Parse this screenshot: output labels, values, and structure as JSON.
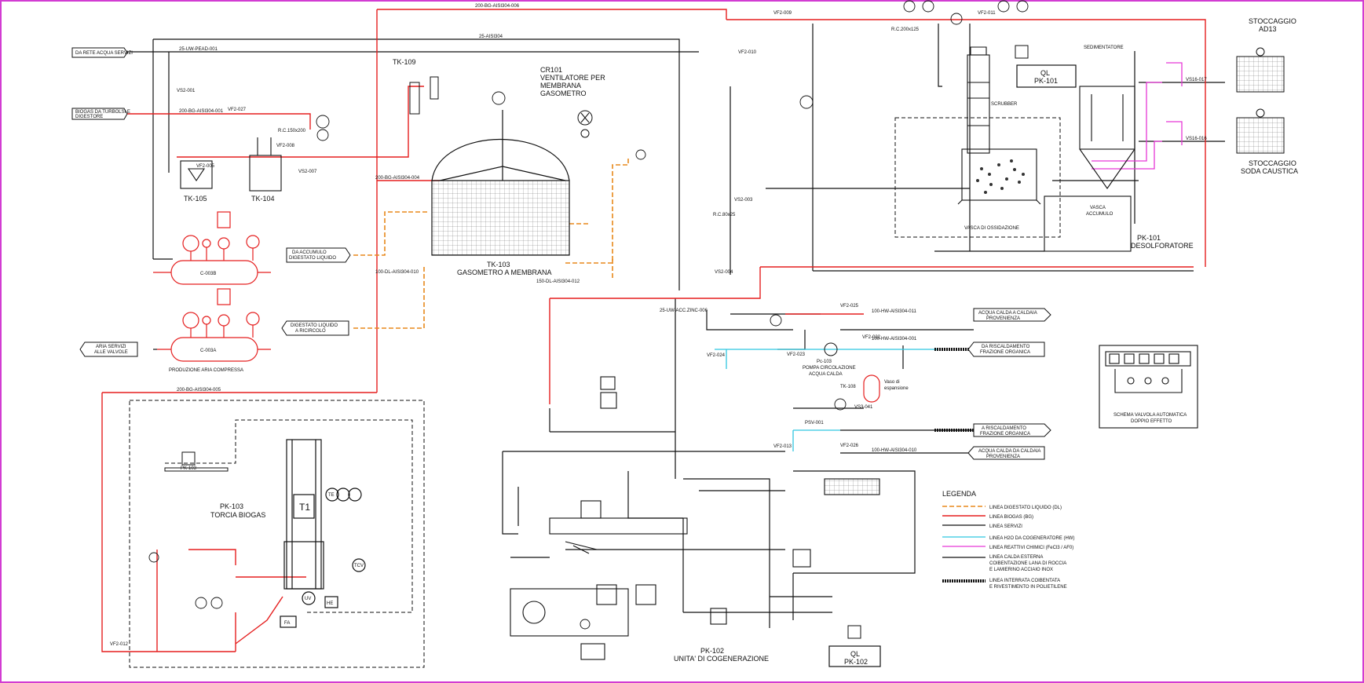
{
  "colors": {
    "digestate": "#e8891c",
    "biogas": "#e51f1f",
    "services": "#111111",
    "cogen_water": "#2fc7e0",
    "chemicals": "#e637d6",
    "frame": "#d23cd2"
  },
  "labels": {
    "tk105": "TK-105",
    "tk104": "TK-104",
    "tk109": "TK-109",
    "tk103": "TK-103",
    "tk103_name": "GASOMETRO A MEMBRANA",
    "cr101": "CR101",
    "cr101_line1": "VENTILATORE PER",
    "cr101_line2": "MEMBRANA",
    "cr101_line3": "GASOMETRO",
    "c003b": "C-003B",
    "c003a": "C-003A",
    "compressed_air": "PRODUZIONE ARIA COMPRESSA",
    "pk103": "PK-103",
    "pk103_small": "PK-103",
    "torch": "TORCIA BIOGAS",
    "t1": "T1",
    "te": "TE",
    "tcv": "TCV",
    "uv": "UV",
    "he": "HE",
    "fa": "FA",
    "scrubber": "SCRUBBER",
    "sedimentatore": "SEDIMENTATORE",
    "vasca_ossidazione": "VASCA DI OSSIDAZIONE",
    "vasca_accumulo_1": "VASCA",
    "vasca_accumulo_2": "ACCUMULO",
    "pk101": "PK-101",
    "desolforatore": "DESOLFORATORE",
    "ql": "QL",
    "ql_pk101": "PK-101",
    "ql2": "QL",
    "ql_pk102": "PK-102",
    "stoccaggio_ad13_1": "STOCCAGGIO",
    "stoccaggio_ad13_2": "AD13",
    "stoccaggio_soda_1": "STOCCAGGIO",
    "stoccaggio_soda_2": "SODA CAUSTICA",
    "pk102": "PK-102",
    "cogeneration": "UNITA' DI COGENERAZIONE",
    "pump_pc103": "Pc-103",
    "pump_name_1": "POMPA CIRCOLAZIONE",
    "pump_name_2": "ACQUA CALDA",
    "tk108": "TK-108",
    "vaso_1": "Vaso di",
    "vaso_2": "espansione",
    "schema_1": "SCHEMA VALVOLA AUTOMATICA",
    "schema_2": "DOPPIO EFFETTO"
  },
  "inlets": {
    "rete_acqua": "DA RETE ACQUA SERVIZI",
    "biogas_1": "BIOGAS DA TURBOLSI E",
    "biogas_2": "DIGESTORE",
    "accumulo_1": "DA ACCUMULO",
    "accumulo_2": "DIGESTATO LIQUIDO",
    "ricircolo_1": "DIGESTATO LIQUIDO",
    "ricircolo_2": "A RICIRCOLO",
    "aria_1": "ARIA SERVIZI",
    "aria_2": "ALLE VALVOLE",
    "caldaia_1": "ACQUA CALDA A CALDAIA",
    "caldaia_2": "PROVENIENZA",
    "riscaldamento_1": "DA RISCALDAMENTO",
    "riscaldamento_2": "FRAZIONE ORGANICA",
    "a_riscaldamento_1": "A RISCALDAMENTO",
    "a_riscaldamento_2": "FRAZIONE ORGANICA",
    "caldaia2_1": "ACQUA CALDA DA CALDAIA",
    "caldaia2_2": "PROVENIENZA"
  },
  "lines": {
    "top_biogas": "200-BG-AISI304-006",
    "top_services": "25-AISI304",
    "rete": "25-UW-PEAD-001",
    "biogas_in": "200-BG-AISI304-001",
    "gas_to_tk103": "200-BG-AISI304-004",
    "dl_010": "100-DL-AISI304-010",
    "dl_012": "150-DL-AISI304-012",
    "torch_line": "200-BG-AISI304-005",
    "hw_011": "100-HW-AISI304-011",
    "hw_001": "100-HW-AISI304-001",
    "hw_010": "100-HW-AISI304-010",
    "uw_006": "25-UW-ACC.ZINC-006",
    "vf2_027": "VF2-027",
    "vf2_005": "VF2-005",
    "vf2_008": "VF2-008",
    "vs2_007": "VS2-007",
    "vs2_001": "VS2-001",
    "vf2_009": "VF2-009",
    "vf2_011": "VF2-011",
    "vf2_010": "VF2-010",
    "vs2_003": "VS2-003",
    "vs2_004": "VS2-004",
    "vf2_025": "VF2-025",
    "vf2_022": "VF2-022",
    "vf2_023": "VF2-023",
    "vf2_024": "VF2-024",
    "vf2_013": "VF2-013",
    "vf2_026": "VF2-026",
    "vs3_041": "VS3-041",
    "psv_001": "PSV-001",
    "vs16_017": "VS16-017",
    "vs16_016": "VS16-016",
    "vf2_012": "VF2-012",
    "rc_150": "R.C.150x200",
    "rc_200_125": "R.C.200x125",
    "rc_80_25": "R.C.80x25"
  },
  "legend": {
    "title": "LEGENDA",
    "items": [
      {
        "label": "LINEA DIGESTATO LIQUIDO (DL)",
        "color": "#e8891c",
        "style": "dashed"
      },
      {
        "label": "LINEA BIOGAS (BG)",
        "color": "#e51f1f",
        "style": "solid"
      },
      {
        "label": "LINEA SERVIZI",
        "color": "#111111",
        "style": "solid"
      },
      {
        "label": "LINEA H2O DA COGENERATORE (HW)",
        "color": "#2fc7e0",
        "style": "solid"
      },
      {
        "label": "LINEA REATTIVI CHIMICI (FeCl3 / AF0)",
        "color": "#e637d6",
        "style": "solid"
      },
      {
        "label": "LINEA CALDA ESTERNA",
        "label2": "COIBENTAZIONE LANA DI ROCCIA",
        "label3": "E LAMIERINO ACCIAIO INOX",
        "color": "#111111",
        "style": "insul"
      },
      {
        "label": "LINEA INTERRATA COIBENTATA",
        "label2": "E RIVESTIMENTO IN POLIETILENE",
        "color": "#111111",
        "style": "buried"
      }
    ]
  }
}
